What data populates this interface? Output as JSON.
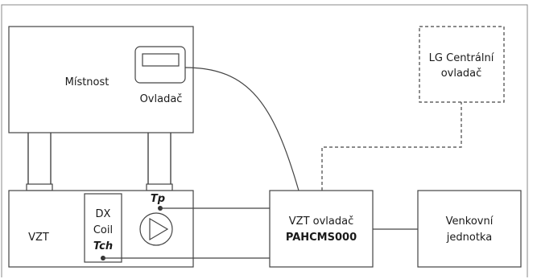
{
  "labels": {
    "room": "Místnost",
    "controller": "Ovladač",
    "lg_line1": "LG Centrální",
    "lg_line2": "ovladač",
    "vzt": "VZT",
    "dx": "DX",
    "coil": "Coil",
    "tch": "Tch",
    "tp": "Tp",
    "vzt_ctrl_line1": "VZT ovladač",
    "vzt_ctrl_line2": "PAHCMS000",
    "outdoor_line1": "Venkovní",
    "outdoor_line2": "jednotka"
  },
  "colors": {
    "line": "#444444",
    "frame": "#888888",
    "background": "#ffffff"
  }
}
